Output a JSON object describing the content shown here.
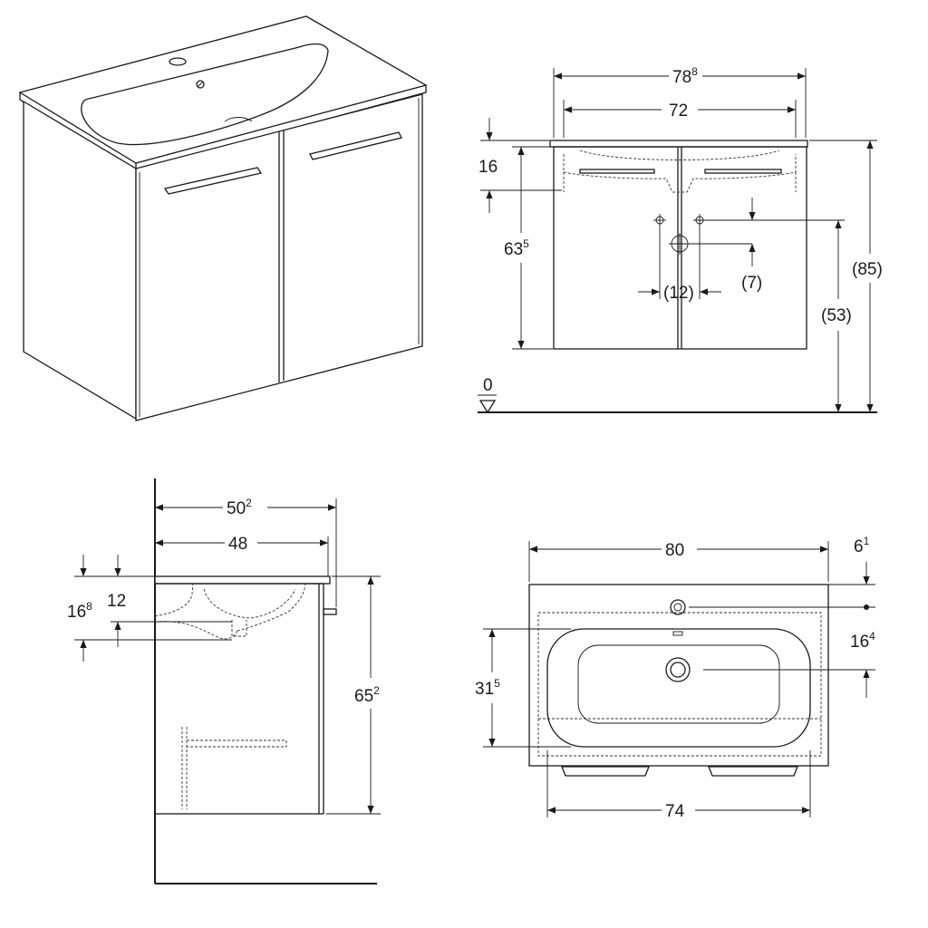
{
  "front_view": {
    "overall_width": {
      "main": "78",
      "sup": "8"
    },
    "inner_width": "72",
    "top_offset": "16",
    "height_to_basin": {
      "main": "63",
      "sup": "5"
    },
    "drain_spacing": "(12)",
    "drain_offset": "(7)",
    "drain_height": "(53)",
    "total_height": "(85)",
    "floor_level": "0"
  },
  "side_view": {
    "overall_depth": {
      "main": "50",
      "sup": "2"
    },
    "cabinet_depth": "48",
    "basin_offset": {
      "main": "16",
      "sup": "8"
    },
    "siphon_offset": "12",
    "height": {
      "main": "65",
      "sup": "2"
    }
  },
  "top_view": {
    "overall_width": "80",
    "tap_offset": {
      "main": "6",
      "sup": "1"
    },
    "drain_offset": {
      "main": "16",
      "sup": "4"
    },
    "basin_depth": {
      "main": "31",
      "sup": "5"
    },
    "cabinet_width": "74"
  },
  "colors": {
    "line": "#1a1a1a",
    "background": "#ffffff"
  }
}
